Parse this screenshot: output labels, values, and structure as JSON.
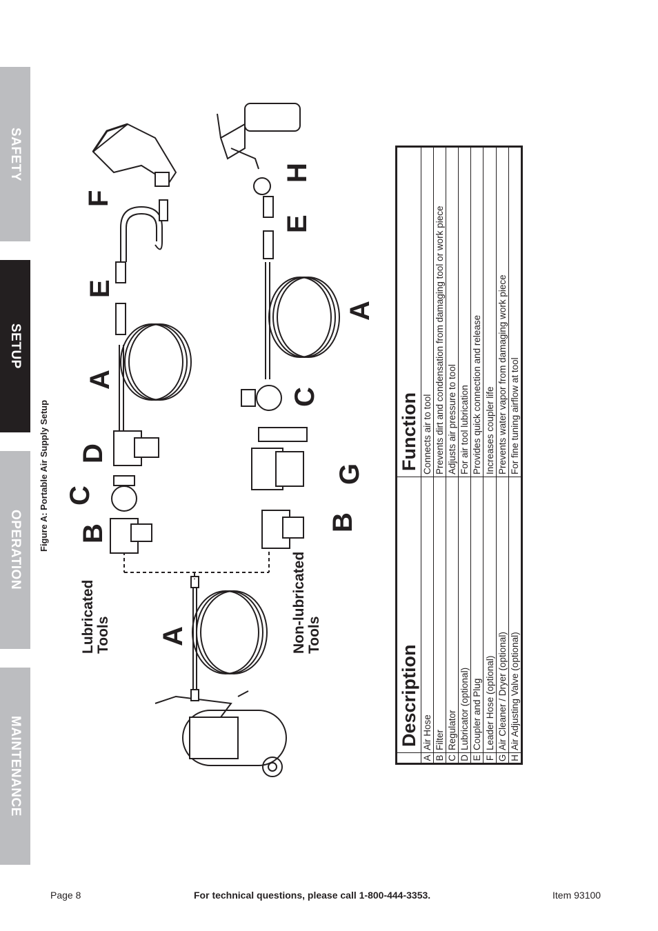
{
  "tabs": [
    {
      "label": "SAFETY",
      "active": false
    },
    {
      "label": "SETUP",
      "active": true
    },
    {
      "label": "OPERATION",
      "active": false
    },
    {
      "label": "MAINTENANCE",
      "active": false
    }
  ],
  "figure": {
    "caption": "Figure A:  Portable Air Supply Setup",
    "lubricated_label": [
      "Lubricated",
      "Tools"
    ],
    "nonlubricated_label": [
      "Non-lubricated",
      "Tools"
    ],
    "top_row_labels": [
      "B",
      "C",
      "D",
      "A",
      "E",
      "F"
    ],
    "bottom_row_labels": [
      "B",
      "G",
      "C",
      "A",
      "E",
      "H"
    ],
    "left_hose_label": "A"
  },
  "table": {
    "headers": [
      "Description",
      "Function"
    ],
    "rows": [
      {
        "letter": "A",
        "description": "Air Hose",
        "function": "Connects air to tool"
      },
      {
        "letter": "B",
        "description": "Filter",
        "function": "Prevents dirt and condensation from damaging tool or work piece"
      },
      {
        "letter": "C",
        "description": "Regulator",
        "function": "Adjusts air pressure to tool"
      },
      {
        "letter": "D",
        "description": "Lubricator (optional)",
        "function": "For air tool lubrication"
      },
      {
        "letter": "E",
        "description": "Coupler and Plug",
        "function": "Provides quick connection and release"
      },
      {
        "letter": "F",
        "description": "Leader Hose (optional)",
        "function": "Increases coupler life"
      },
      {
        "letter": "G",
        "description": "Air Cleaner / Dryer (optional)",
        "function": "Prevents water vapor from damaging work piece"
      },
      {
        "letter": "H",
        "description": "Air Adjusting Valve (optional)",
        "function": "For fine tuning airflow at tool"
      }
    ]
  },
  "footer": {
    "page": "Page 8",
    "contact": "For technical questions, please call 1-800-444-3353.",
    "item": "Item 93100"
  }
}
